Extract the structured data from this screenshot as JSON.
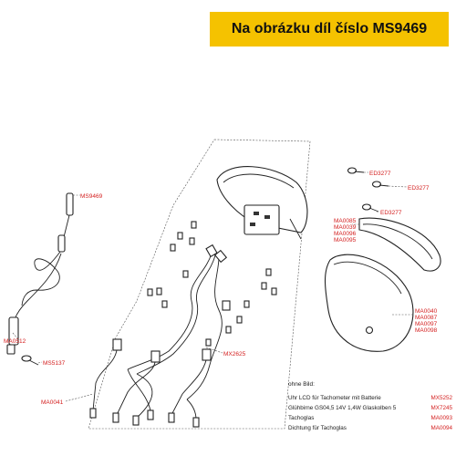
{
  "banner": {
    "text": "Na obrázku díl číslo MS9469",
    "color": "#f5c200"
  },
  "colors": {
    "part_code": "#d42020",
    "line": "#222222",
    "dash_frame": "#555555"
  },
  "labels": {
    "ms9469": "MS9469",
    "ma0512": "MA0512",
    "ms5137": "MS5137",
    "ma0041": "MA0041",
    "mx2625": "MX2625",
    "ed3277_a": "ED3277",
    "ed3277_b": "ED3277",
    "ed3277_c": "ED3277",
    "ma0085": "MA0085",
    "ma0039": "MA0039",
    "ma0096": "MA0096",
    "ma0095": "MA0095",
    "ma0040": "MA0040",
    "ma0087": "MA0087",
    "ma0097": "MA0097",
    "ma0098": "MA0098"
  },
  "notes": {
    "header": "ohne Bild:",
    "rows": [
      {
        "desc": "Uhr LCD für Tachometer mit Batterie",
        "num": "MX5252"
      },
      {
        "desc": "Glühbirne GS04,5 14V 1,4W Glaskolben 5",
        "num": "MX7245"
      },
      {
        "desc": "Tachoglas",
        "num": "MA0093"
      },
      {
        "desc": "Dichtung für Tachoglas",
        "num": "MA0094"
      }
    ]
  }
}
